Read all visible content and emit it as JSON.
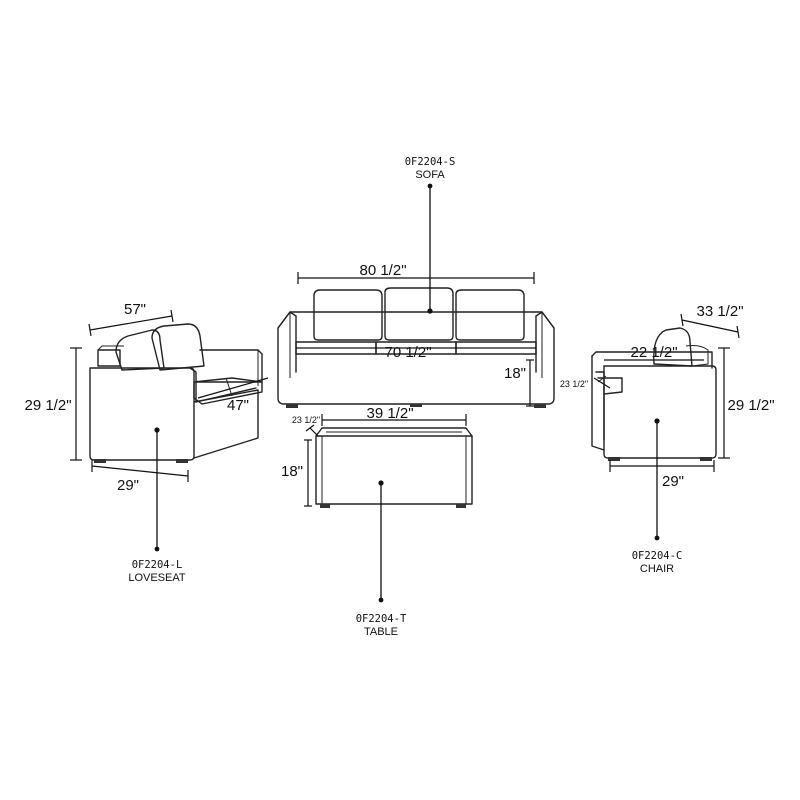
{
  "sofa": {
    "code": "0F2204-S",
    "name": "SOFA",
    "width": "80 1/2\"",
    "seat_width": "70 1/2\"",
    "seat_height": "18\""
  },
  "loveseat": {
    "code": "0F2204-L",
    "name": "LOVESEAT",
    "width": "57\"",
    "height": "29 1/2\"",
    "depth": "29\"",
    "seat_width": "47\""
  },
  "table": {
    "code": "0F2204-T",
    "name": "TABLE",
    "width": "39 1/2\"",
    "depth": "23 1/2\"",
    "height": "18\""
  },
  "chair": {
    "code": "0F2204-C",
    "name": "CHAIR",
    "width": "33 1/2\"",
    "seat_width": "22 1/2\"",
    "seat_depth": "23 1/2\"",
    "height": "29 1/2\"",
    "depth": "29\""
  }
}
